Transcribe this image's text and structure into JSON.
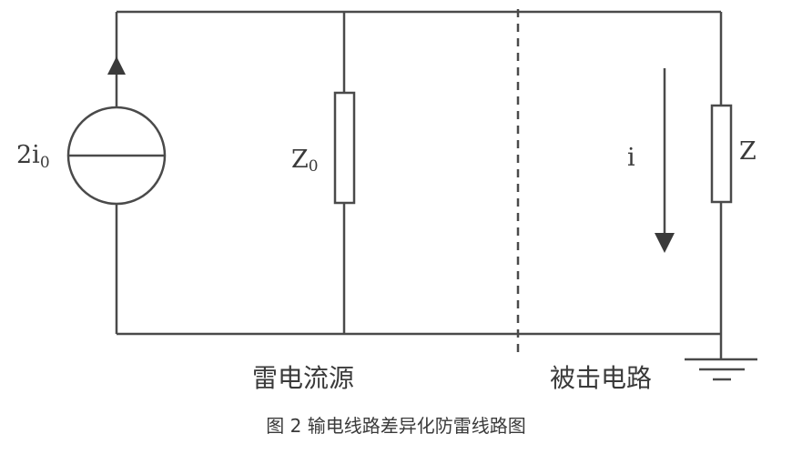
{
  "diagram": {
    "source_label_main": "2i",
    "source_label_sub": "0",
    "impedance_z0_main": "Z",
    "impedance_z0_sub": "0",
    "current_label": "i",
    "impedance_z_label": "Z",
    "section_left": "雷电流源",
    "section_right": "被击电路",
    "caption": "图 2 输电线路差异化防雷线路图"
  },
  "colors": {
    "line": "#4a4a4a",
    "text": "#3a3a3a",
    "background": "#ffffff"
  }
}
